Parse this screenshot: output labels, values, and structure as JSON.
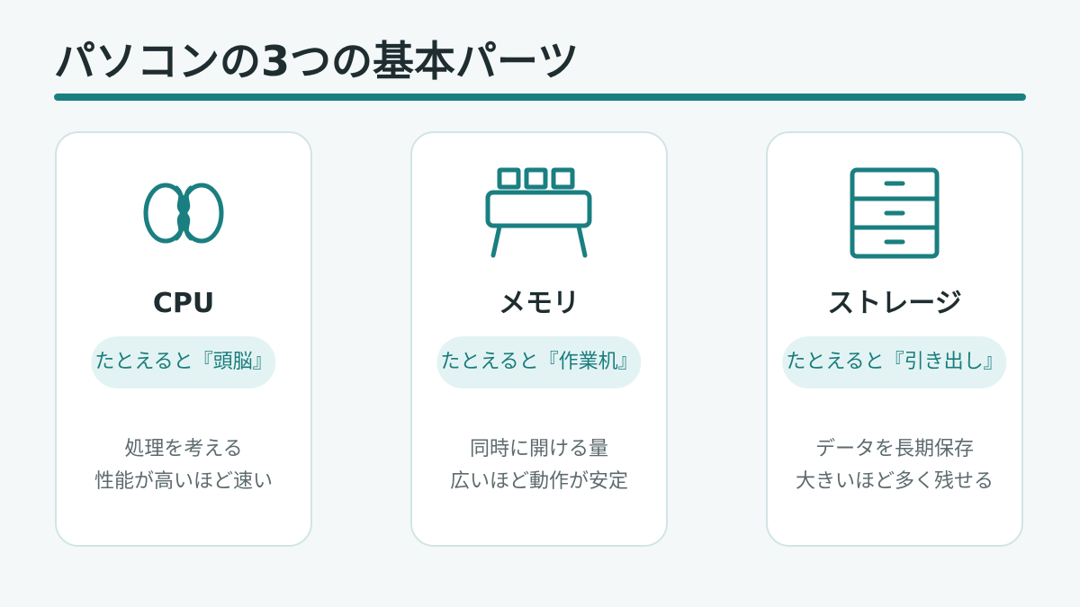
{
  "title": "パソコンの3つの基本パーツ",
  "colors": {
    "accent": "#1a7f80",
    "card_border": "#d2e4e5",
    "pill_background": "#e3f3f3",
    "title_text": "#1f2d30",
    "body_text": "#5d6b6e"
  },
  "cards": [
    {
      "icon": "brain-icon",
      "name": "CPU",
      "metaphor": "たとえると『頭脳』",
      "description": [
        "処理を考える",
        "性能が高いほど速い"
      ]
    },
    {
      "icon": "desk-icon",
      "name": "メモリ",
      "metaphor": "たとえると『作業机』",
      "description": [
        "同時に開ける量",
        "広いほど動作が安定"
      ]
    },
    {
      "icon": "drawer-cabinet-icon",
      "name": "ストレージ",
      "metaphor": "たとえると『引き出し』",
      "description": [
        "データを長期保存",
        "大きいほど多く残せる"
      ]
    }
  ]
}
